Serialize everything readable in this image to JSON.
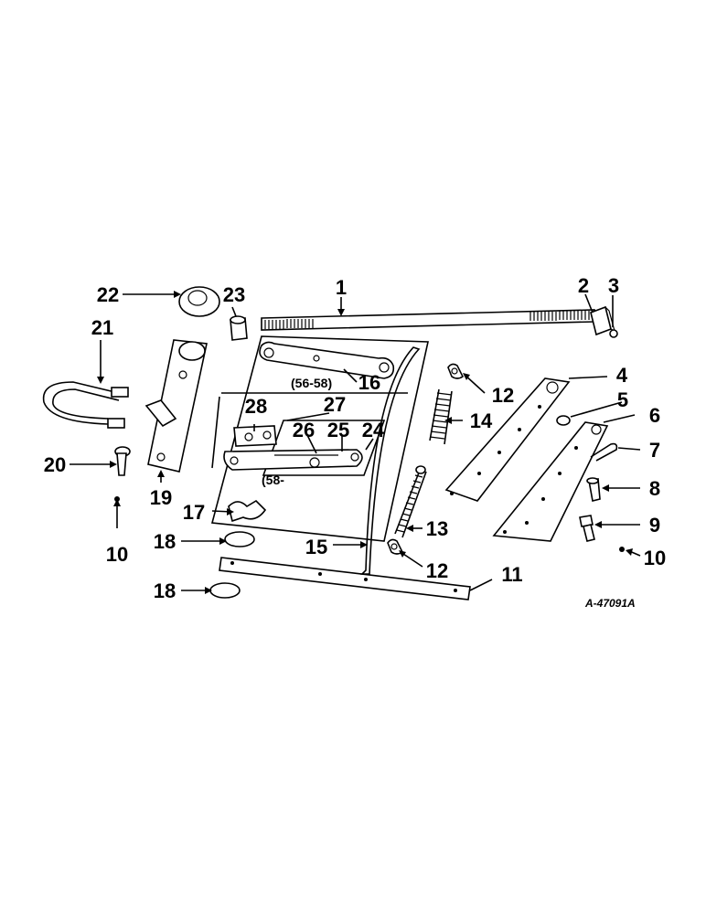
{
  "figure": {
    "code": "A-47091A",
    "notes": {
      "upper_arm": "(56-58)",
      "lower_arm": "(58-"
    },
    "callouts": [
      {
        "id": "c1",
        "text": "1"
      },
      {
        "id": "c2",
        "text": "2"
      },
      {
        "id": "c3",
        "text": "3"
      },
      {
        "id": "c4",
        "text": "4"
      },
      {
        "id": "c5",
        "text": "5"
      },
      {
        "id": "c6",
        "text": "6"
      },
      {
        "id": "c7",
        "text": "7"
      },
      {
        "id": "c8",
        "text": "8"
      },
      {
        "id": "c9",
        "text": "9"
      },
      {
        "id": "c10a",
        "text": "10"
      },
      {
        "id": "c10b",
        "text": "10"
      },
      {
        "id": "c11",
        "text": "11"
      },
      {
        "id": "c12a",
        "text": "12"
      },
      {
        "id": "c12b",
        "text": "12"
      },
      {
        "id": "c13",
        "text": "13"
      },
      {
        "id": "c14",
        "text": "14"
      },
      {
        "id": "c15",
        "text": "15"
      },
      {
        "id": "c16",
        "text": "16"
      },
      {
        "id": "c17",
        "text": "17"
      },
      {
        "id": "c18a",
        "text": "18"
      },
      {
        "id": "c18b",
        "text": "18"
      },
      {
        "id": "c19",
        "text": "19"
      },
      {
        "id": "c20",
        "text": "20"
      },
      {
        "id": "c21",
        "text": "21"
      },
      {
        "id": "c22",
        "text": "22"
      },
      {
        "id": "c23",
        "text": "23"
      },
      {
        "id": "c24",
        "text": "24"
      },
      {
        "id": "c25",
        "text": "25"
      },
      {
        "id": "c26",
        "text": "26"
      },
      {
        "id": "c27",
        "text": "27"
      },
      {
        "id": "c28",
        "text": "28"
      }
    ]
  }
}
